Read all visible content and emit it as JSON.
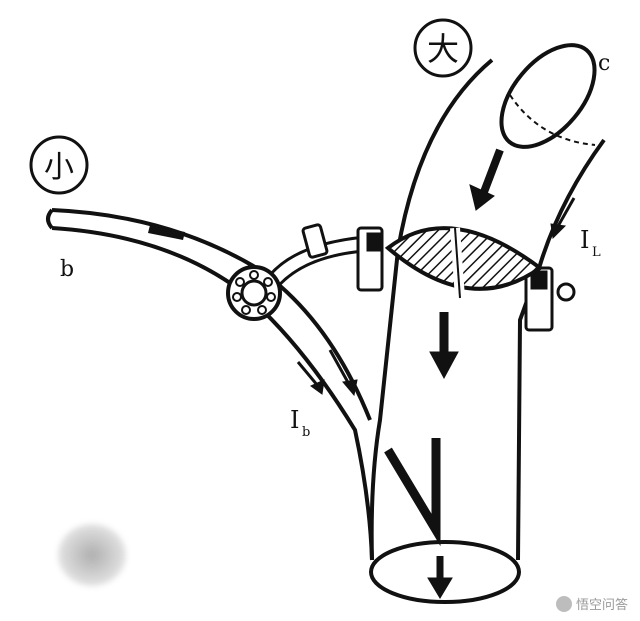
{
  "labels": {
    "large_circle": "大",
    "small_circle": "小",
    "c": "c",
    "b": "b",
    "current_large": "I",
    "current_large_sub": "L",
    "current_small": "I",
    "current_small_sub": "b"
  },
  "watermark": {
    "text": "悟空问答"
  },
  "colors": {
    "ink": "#111111",
    "background": "#ffffff"
  }
}
